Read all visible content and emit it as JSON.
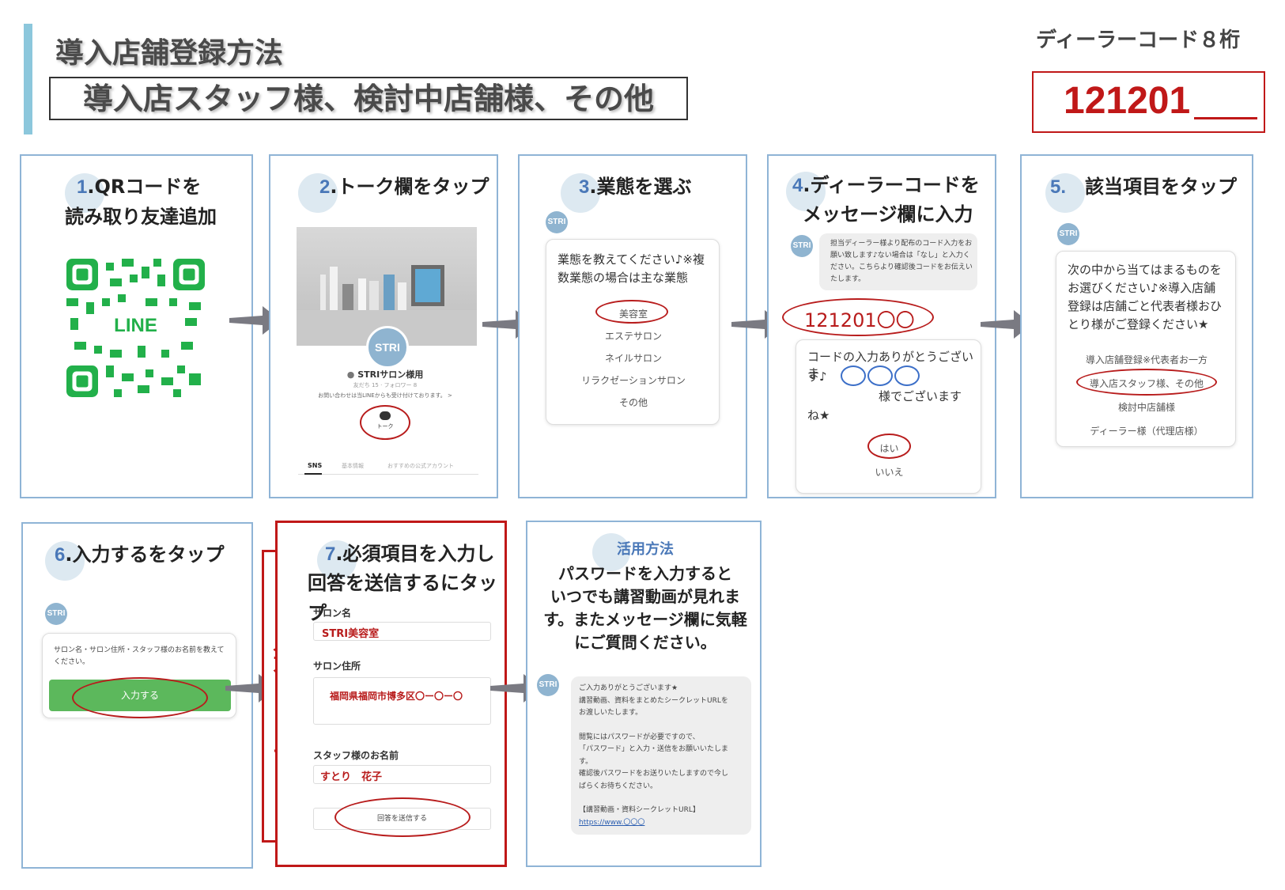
{
  "header": {
    "title": "導入店舗登録方法",
    "subtitle": "導入店スタッフ様、検討中店舗様、その他",
    "dealer_label": "ディーラーコード８桁",
    "dealer_code": "121201",
    "accent_color": "#c01818"
  },
  "steps": [
    {
      "num": "1",
      "title_l1": ".QRコードを",
      "title_l2": "読み取り友達追加",
      "qr_label": "LINE"
    },
    {
      "num": "2",
      "title_l1": ".トーク欄をタップ",
      "account_name": "STRIサロン様用",
      "account_meta": "友だち 15 · フォロワー 8",
      "account_note": "お問い合わせは当LINEからも受け付けております。 >",
      "stri_logo": "STRI",
      "talk_label": "トーク",
      "tabs": [
        "SNS",
        "基本情報",
        "おすすめの公式アカウント"
      ]
    },
    {
      "num": "3",
      "title_l1": ".業態を選ぶ",
      "avatar": "STRI",
      "prompt": "業態を教えてください♪※複数業態の場合は主な業態",
      "options": [
        "美容室",
        "エステサロン",
        "ネイルサロン",
        "リラクゼーションサロン",
        "その他"
      ]
    },
    {
      "num": "4",
      "title_l1": ".ディーラーコードを",
      "title_l2": "メッセージ欄に入力",
      "avatar": "STRI",
      "prompt": "担当ディーラー様より配布のコード入力をお願い致します♪ない場合は「なし」と入力ください。こちらより確認後コードをお伝えいたします。",
      "code_input": "121201〇〇",
      "reply_l1": "コードの入力ありがとうございま",
      "reply_l2": "す♪",
      "reply_l3": "様でございます",
      "reply_l4": "ね★",
      "yes": "はい",
      "no": "いいえ"
    },
    {
      "num": "5.",
      "title_l1": "該当項目をタップ",
      "avatar": "STRI",
      "prompt": "次の中から当てはまるものをお選びください♪※導入店舗登録は店舗ごと代表者様おひとり様がご登録ください★",
      "options": [
        "導入店舗登録※代表者お一方",
        "導入店スタッフ様、その他",
        "検討中店舗様",
        "ディーラー様（代理店様）"
      ]
    },
    {
      "num": "6",
      "title_l1": ".入力するをタップ",
      "avatar": "STRI",
      "prompt": "サロン名・サロン住所・スタッフ様のお名前を教えてください。",
      "button": "入力する"
    },
    {
      "num": "7",
      "title_l1": ".必須項目を入力し",
      "title_l2": "回答を送信するにタップ",
      "side_label": "入力フォーム",
      "fields": [
        {
          "label": "サロン名",
          "value": "STRI美容室"
        },
        {
          "label": "サロン住所",
          "value": "福岡県福岡市博多区〇ー〇ー〇"
        },
        {
          "label": "スタッフ様のお名前",
          "value": "すとり　花子"
        }
      ],
      "submit": "回答を送信する"
    },
    {
      "heading": "活用方法",
      "body_l1": "パスワードを入力すると",
      "body_l2": "いつでも講習動画が見れま",
      "body_l3": "す。またメッセージ欄に気軽",
      "body_l4": "にご質問ください。",
      "avatar": "STRI",
      "msg": [
        "ご入力ありがとうございます★",
        "講習動画、資料をまとめたシークレットURLを",
        "お渡しいたします。",
        "",
        "閲覧にはパスワードが必要ですので、",
        "「パスワード」と入力・送信をお願いいたしま",
        "す。",
        "確認後パスワードをお送りいたしますので今し",
        "ばらくお待ちください。",
        "",
        "【講習動画・資料シークレットURL】"
      ],
      "link": "https://www.〇〇〇"
    }
  ]
}
